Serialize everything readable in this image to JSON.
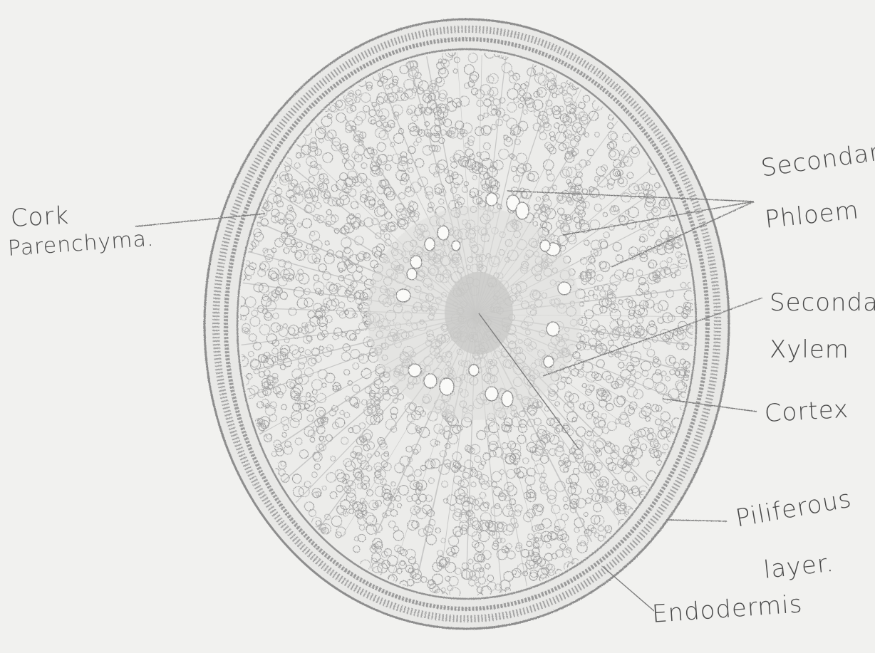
{
  "labels": {
    "cork_parenchyma_line1": "Cork",
    "cork_parenchyma_line2": "Parenchyma.",
    "secondary_phloem_line1": "Secondar",
    "secondary_phloem_line2": "Phloem",
    "secondary_xylem_line1": "Seconda",
    "secondary_xylem_line2": "Xylem",
    "cortex": "Cortex",
    "piliferous_line1": "Piliferous",
    "piliferous_line2": "layer.",
    "endodermis": "Endodermis"
  },
  "colors": {
    "paper": "#f1f1ef",
    "pencil": "#8a8a8a",
    "pencil_dark": "#6a6a6a",
    "text": "#4a4a4a"
  }
}
